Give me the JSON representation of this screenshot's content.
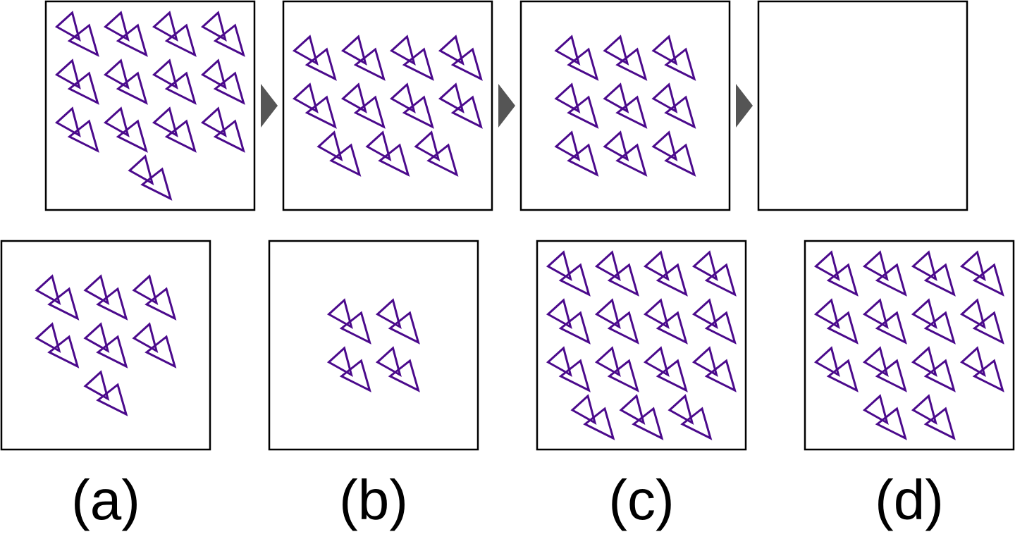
{
  "colors": {
    "glyph": "#4b0a8c",
    "border": "#000000",
    "arrow": "#555555",
    "background": "#ffffff"
  },
  "icon": "double-triangle-icon",
  "sequence": [
    {
      "id": "seq-1",
      "count": 13,
      "rows": [
        4,
        4,
        4,
        1
      ]
    },
    {
      "id": "seq-2",
      "count": 11,
      "rows": [
        4,
        4,
        3
      ]
    },
    {
      "id": "seq-3",
      "count": 9,
      "rows": [
        3,
        3,
        3
      ]
    },
    {
      "id": "seq-4",
      "count": 0,
      "rows": []
    }
  ],
  "options": [
    {
      "id": "a",
      "label": "(a)",
      "count": 7,
      "rows": [
        3,
        3,
        1
      ]
    },
    {
      "id": "b",
      "label": "(b)",
      "count": 4,
      "rows": [
        2,
        2
      ]
    },
    {
      "id": "c",
      "label": "(c)",
      "count": 15,
      "rows": [
        4,
        4,
        4,
        3
      ]
    },
    {
      "id": "d",
      "label": "(d)",
      "count": 14,
      "rows": [
        4,
        4,
        4,
        2
      ]
    }
  ]
}
